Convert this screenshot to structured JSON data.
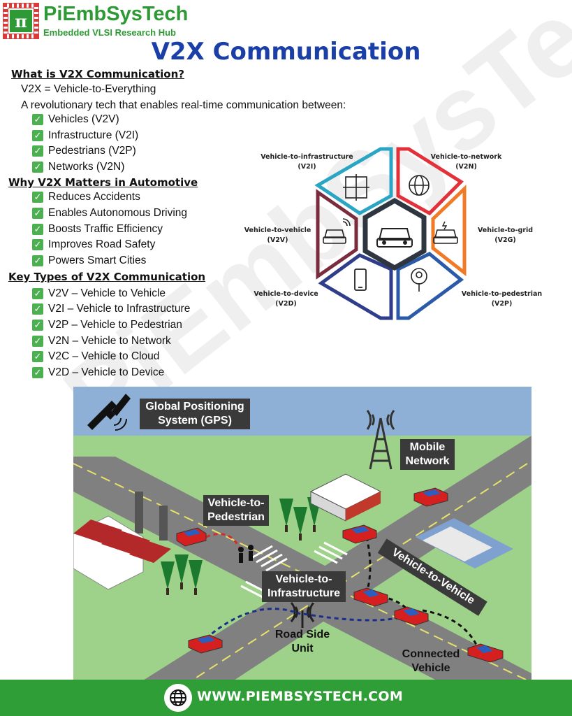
{
  "header": {
    "brand": "PiEmbSysTech",
    "tagline": "Embedded VLSI Research Hub",
    "logo_glyph": "π",
    "title": "V2X Communication",
    "watermark": "PiEmbSysTech"
  },
  "intro": {
    "heading": "What is V2X Communication?",
    "line1": "V2X = Vehicle-to-Everything",
    "line2": "A revolutionary tech that enables real-time communication between:",
    "items": [
      "Vehicles (V2V)",
      "Infrastructure (V2I)",
      "Pedestrians (V2P)",
      "Networks (V2N)"
    ]
  },
  "why": {
    "heading": "Why V2X Matters in Automotive",
    "items": [
      "Reduces Accidents",
      "Enables Autonomous Driving",
      "Boosts Traffic Efficiency",
      "Improves Road Safety",
      "Powers Smart Cities"
    ]
  },
  "types": {
    "heading": "Key Types of V2X Communication",
    "items": [
      "V2V – Vehicle to Vehicle",
      "V2I – Vehicle to Infrastructure",
      "V2P – Vehicle to Pedestrian",
      "V2N – Vehicle to Network",
      "V2C – Vehicle to Cloud",
      "V2D – Vehicle to Device"
    ]
  },
  "check_glyph": "✓",
  "hex_diagram": {
    "v2i": {
      "name": "Vehicle-to-infrastructure",
      "code": "(V2I)"
    },
    "v2n": {
      "name": "Vehicle-to-network",
      "code": "(V2N)"
    },
    "v2v": {
      "name": "Vehicle-to-vehicle",
      "code": "(V2V)"
    },
    "v2g": {
      "name": "Vehicle-to-grid",
      "code": "(V2G)"
    },
    "v2d": {
      "name": "Vehicle-to-device",
      "code": "(V2D)"
    },
    "v2p": {
      "name": "Vehicle-to-pedestrian",
      "code": "(V2P)"
    },
    "colors": {
      "v2i": "#2aa6c4",
      "v2n": "#e3313a",
      "v2v": "#7a2c3e",
      "v2g": "#f07a25",
      "v2d": "#2f3d8a",
      "v2p": "#2b5aa8",
      "center": "#2f3640"
    }
  },
  "scene": {
    "gps": "Global Positioning System (GPS)",
    "mobile_network": "Mobile Network",
    "v2p_label": "Vehicle-to- Pedestrian",
    "v2i_label": "Vehicle-to- Infrastructure",
    "v2v_label": "Vehicle-to-Vehicle",
    "rsu_label": "Road Side Unit",
    "connected_vehicle": "Connected Vehicle"
  },
  "footer": {
    "website": "WWW.PIEMBSYSTECH.COM",
    "globe_icon": "globe-icon"
  }
}
